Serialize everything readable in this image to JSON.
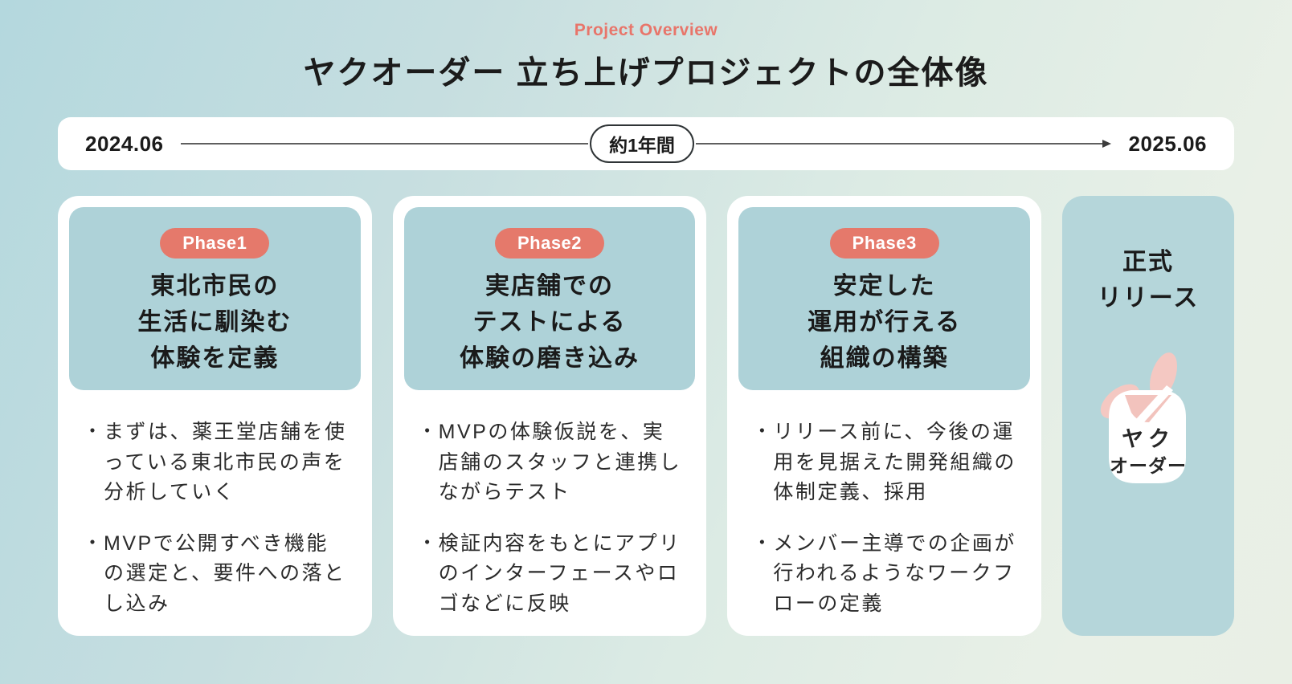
{
  "page": {
    "eyebrow": "Project Overview",
    "title": "ヤクオーダー 立ち上げプロジェクトの全体像"
  },
  "timeline": {
    "start_date": "2024.06",
    "end_date": "2025.06",
    "duration_label": "約1年間"
  },
  "ui": {
    "bullet_marker": "・"
  },
  "phases": [
    {
      "pill": "Phase1",
      "title": "東北市民の\n生活に馴染む\n体験を定義",
      "bullets": [
        "まずは、薬王堂店舗を使っている東北市民の声を分析していく",
        "MVPで公開すべき機能の選定と、要件への落とし込み"
      ]
    },
    {
      "pill": "Phase2",
      "title": "実店舗での\nテストによる\n体験の磨き込み",
      "bullets": [
        "MVPの体験仮説を、実店舗のスタッフと連携しながらテスト",
        "検証内容をもとにアプリのインターフェースやロゴなどに反映"
      ]
    },
    {
      "pill": "Phase3",
      "title": "安定した\n運用が行える\n組織の構築",
      "bullets": [
        "リリース前に、今後の運用を見据えた開発組織の体制定義、採用",
        "メンバー主導での企画が行われるようなワークフローの定義"
      ]
    }
  ],
  "release": {
    "title": "正式\nリリース",
    "logo_line1": "ヤク",
    "logo_line2": "オーダー"
  },
  "colors": {
    "accent_coral": "#E5796B",
    "eyebrow_coral": "#E8756A",
    "panel_teal": "#AED2D8",
    "release_teal": "#B5D6DA",
    "logo_pink": "#F4C8C2",
    "background_left": "#B4D8DE",
    "background_right": "#E9EFE5",
    "card_white": "#FFFFFF",
    "text_dark": "#1C1C1C",
    "line_gray": "#5F5F5F"
  }
}
